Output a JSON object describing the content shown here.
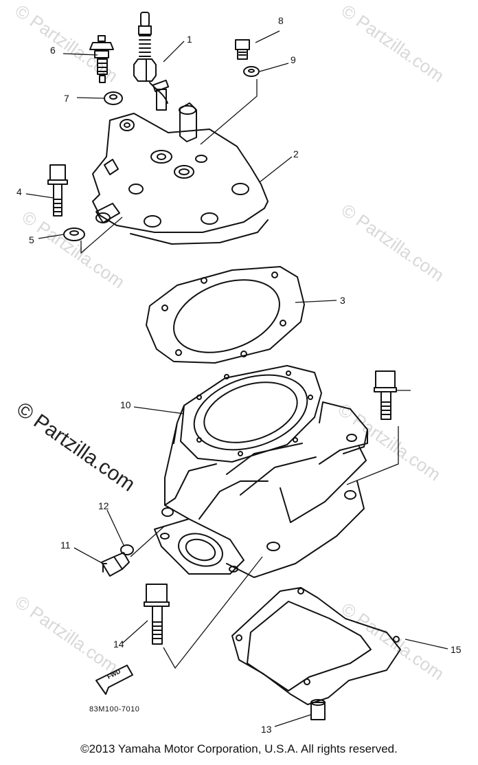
{
  "callouts": [
    {
      "label": "1"
    },
    {
      "label": "2"
    },
    {
      "label": "3"
    },
    {
      "label": "4"
    },
    {
      "label": "5"
    },
    {
      "label": "6"
    },
    {
      "label": "7"
    },
    {
      "label": "8"
    },
    {
      "label": "9"
    },
    {
      "label": "10"
    },
    {
      "label": "11"
    },
    {
      "label": "12"
    },
    {
      "label": "13"
    },
    {
      "label": "14"
    },
    {
      "label": "15"
    }
  ],
  "forward_arrow_label": "FWD",
  "diagram_code": "83M100-7010",
  "watermark": "© Partzilla.com",
  "copyright": "©2013  Yamaha Motor Corporation, U.S.A. All rights reserved.",
  "colors": {
    "line": "#111111",
    "watermark_light": "#d8d8d8"
  }
}
